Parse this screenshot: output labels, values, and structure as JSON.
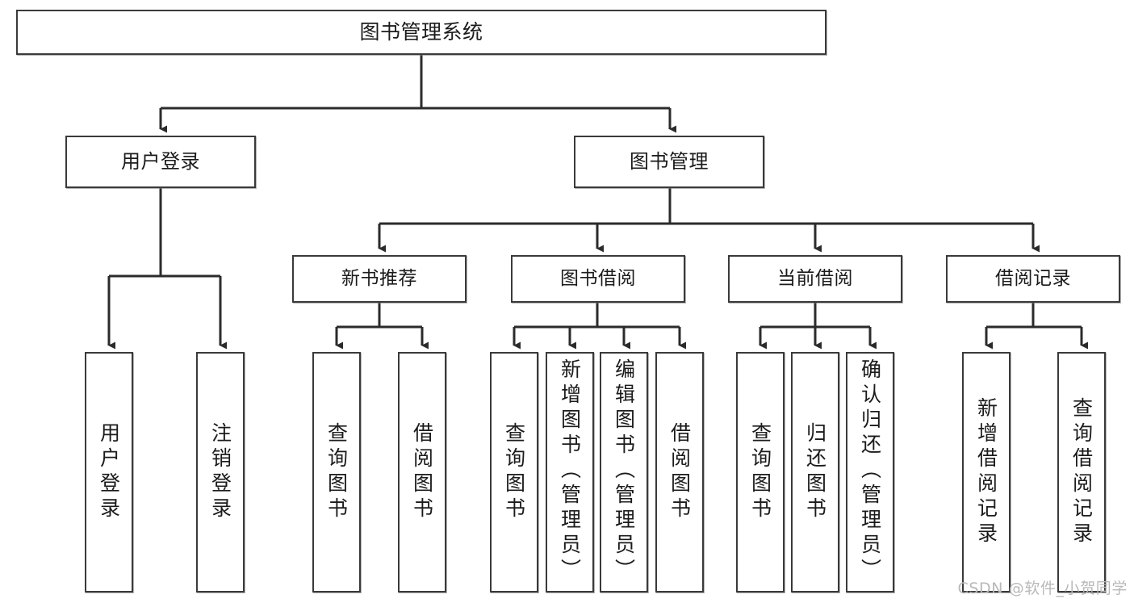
{
  "diagram": {
    "title": "图书管理系统",
    "type": "tree-hierarchy",
    "watermark": "CSDN @软件_小贺同学",
    "colors": {
      "box_border": "#3a3a3a",
      "box_fill": "#ffffff",
      "connector": "#2b2b2b",
      "text": "#1b1b1b",
      "watermark": "#b9b9b9",
      "background": "#ffffff"
    }
  },
  "nodes": {
    "root": {
      "id": "root",
      "label": "图书管理系统",
      "level": 0
    },
    "level1": [
      {
        "id": "user-login",
        "label": "用户登录",
        "level": 1
      },
      {
        "id": "book-manage",
        "label": "图书管理",
        "level": 1
      }
    ],
    "level2": [
      {
        "id": "new-book-recommend",
        "label": "新书推荐",
        "level": 2,
        "parent": "book-manage"
      },
      {
        "id": "book-borrow",
        "label": "图书借阅",
        "level": 2,
        "parent": "book-manage"
      },
      {
        "id": "current-borrow",
        "label": "当前借阅",
        "level": 2,
        "parent": "book-manage"
      },
      {
        "id": "borrow-record",
        "label": "借阅记录",
        "level": 2,
        "parent": "book-manage"
      }
    ],
    "leaves": [
      {
        "id": "leaf-user-login",
        "label": "用户登录",
        "parent": "user-login"
      },
      {
        "id": "leaf-user-logout",
        "label": "注销登录",
        "parent": "user-login"
      },
      {
        "id": "leaf-query-book-1",
        "label": "查询图书",
        "parent": "new-book-recommend"
      },
      {
        "id": "leaf-borrow-book-1",
        "label": "借阅图书",
        "parent": "new-book-recommend"
      },
      {
        "id": "leaf-query-book-2",
        "label": "查询图书",
        "parent": "book-borrow"
      },
      {
        "id": "leaf-add-book",
        "label": "新增图书（管理员）",
        "parent": "book-borrow"
      },
      {
        "id": "leaf-edit-book",
        "label": "编辑图书（管理员）",
        "parent": "book-borrow"
      },
      {
        "id": "leaf-borrow-book-2",
        "label": "借阅图书",
        "parent": "book-borrow"
      },
      {
        "id": "leaf-query-book-3",
        "label": "查询图书",
        "parent": "current-borrow"
      },
      {
        "id": "leaf-return-book",
        "label": "归还图书",
        "parent": "current-borrow"
      },
      {
        "id": "leaf-confirm-return",
        "label": "确认归还（管理员）",
        "parent": "current-borrow"
      },
      {
        "id": "leaf-add-record",
        "label": "新增借阅记录",
        "parent": "borrow-record"
      },
      {
        "id": "leaf-query-record",
        "label": "查询借阅记录",
        "parent": "borrow-record"
      }
    ]
  }
}
